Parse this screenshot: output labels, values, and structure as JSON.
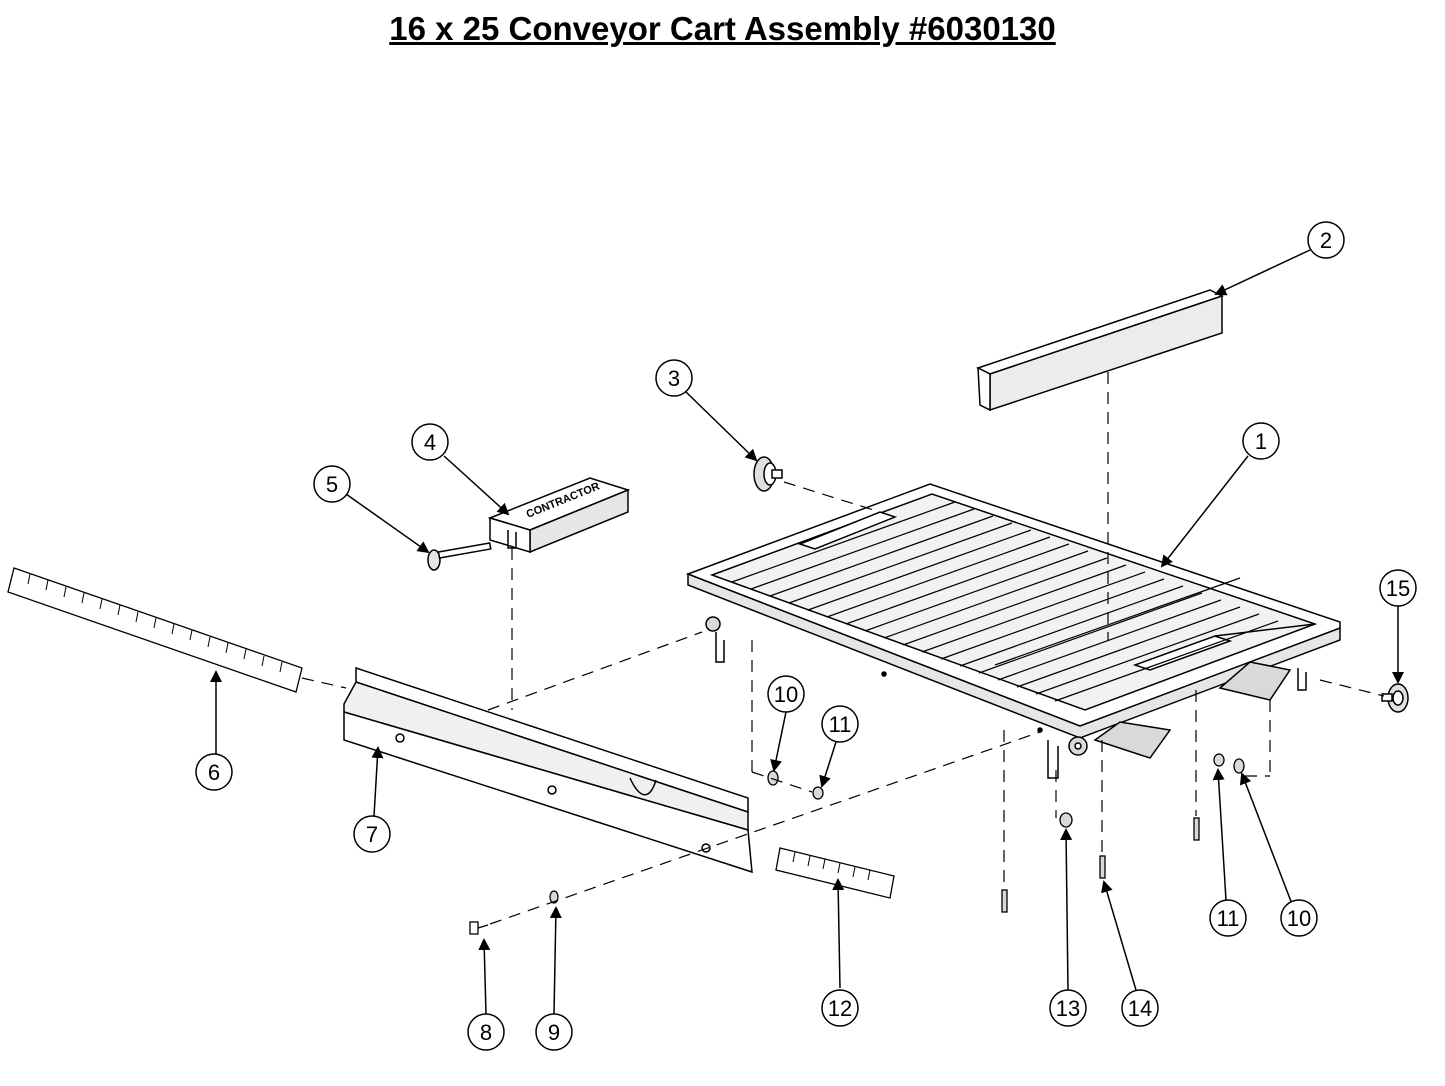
{
  "title": "16 x 25 Conveyor Cart Assembly #6030130",
  "brand_label": "CONTRACTOR",
  "callouts": {
    "c1": "1",
    "c2": "2",
    "c3": "3",
    "c4": "4",
    "c5": "5",
    "c6": "6",
    "c7": "7",
    "c8": "8",
    "c9": "9",
    "c10a": "10",
    "c11a": "11",
    "c11b": "11",
    "c10b": "10",
    "c12": "12",
    "c13": "13",
    "c14": "14",
    "c15": "15"
  }
}
